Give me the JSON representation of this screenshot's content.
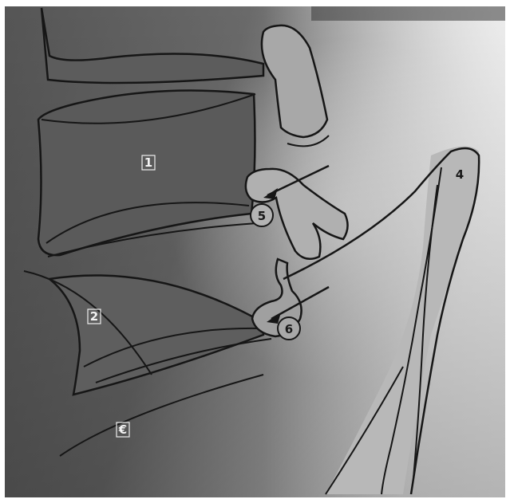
{
  "image": {
    "kind": "radiograph-tracing",
    "labels": [
      {
        "id": "label-1",
        "text": "1"
      },
      {
        "id": "label-2",
        "text": "2"
      },
      {
        "id": "label-3",
        "text": "€"
      },
      {
        "id": "label-4",
        "text": "4"
      },
      {
        "id": "label-5",
        "text": "5"
      },
      {
        "id": "label-6",
        "text": "6"
      }
    ],
    "colors": {
      "film_dark": "#4a4a4a",
      "film_mid": "#8a8a8a",
      "film_light": "#d9d9d9",
      "paper": "#ffffff",
      "ink": "#1b1b1b"
    }
  }
}
